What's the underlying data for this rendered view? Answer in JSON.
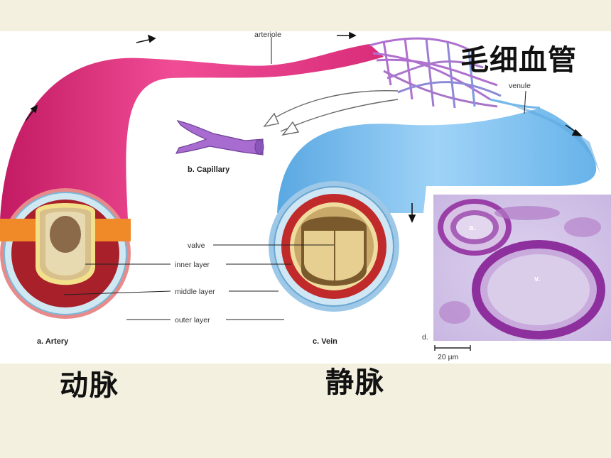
{
  "figure": {
    "arteriole_label": "arteriole",
    "venule_label": "venule",
    "capillary_label": "b. Capillary",
    "valve_label": "valve",
    "inner_layer_label": "inner layer",
    "middle_layer_label": "middle layer",
    "outer_layer_label": "outer layer",
    "artery_caption": "a. Artery",
    "vein_caption": "c. Vein",
    "micro_panel_label": "d.",
    "micro_artery_label": "a.",
    "micro_vein_label": "v.",
    "scale_label": "20 µm"
  },
  "captions": {
    "artery_cn": "动脉",
    "vein_cn": "静脉",
    "capillary_cn": "毛细血管"
  },
  "colors": {
    "artery": "#e0307a",
    "vein": "#72b8ea",
    "capillary": "#b070d0",
    "slide_background": "#f3f0df"
  }
}
